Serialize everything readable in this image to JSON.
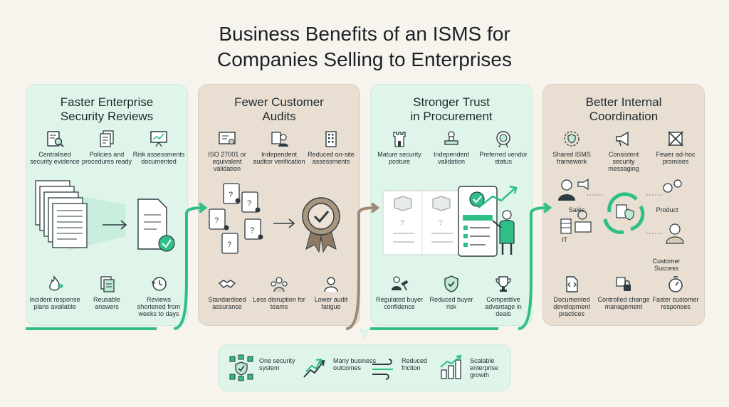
{
  "title": {
    "line1": "Business Benefits of an ISMS for",
    "line2": "Companies Selling to Enterprises"
  },
  "colors": {
    "accent": "#2fbf86",
    "panel_green": "#dff5ea",
    "panel_tan": "#e8ded1",
    "ink": "#2d3b40"
  },
  "panels": [
    {
      "title_l1": "Faster Enterprise",
      "title_l2": "Security Reviews",
      "top": [
        {
          "icon": "document-search-icon",
          "label": "Centralised security evidence"
        },
        {
          "icon": "stacked-documents-icon",
          "label": "Policies and procedures ready"
        },
        {
          "icon": "presentation-chart-icon",
          "label": "Risk assessments documented"
        }
      ],
      "bottom": [
        {
          "icon": "incident-fire-icon",
          "label": "Incident response plans available"
        },
        {
          "icon": "reusable-answers-icon",
          "label": "Reusable answers"
        },
        {
          "icon": "clock-history-icon",
          "label": "Reviews shortened from weeks to days"
        }
      ]
    },
    {
      "title_l1": "Fewer Customer",
      "title_l2": "Audits",
      "top": [
        {
          "icon": "certificate-icon",
          "label": "ISO 27001 or equivalent validation"
        },
        {
          "icon": "auditor-icon",
          "label": "Independent auditor verification"
        },
        {
          "icon": "building-icon",
          "label": "Reduced on-site assessments"
        }
      ],
      "bottom": [
        {
          "icon": "handshake-icon",
          "label": "Standardised assurance"
        },
        {
          "icon": "team-icon",
          "label": "Less disruption for teams"
        },
        {
          "icon": "person-icon",
          "label": "Lower audit fatigue"
        }
      ]
    },
    {
      "title_l1": "Stronger Trust",
      "title_l2": "in Procurement",
      "top": [
        {
          "icon": "tower-icon",
          "label": "Mature security posture"
        },
        {
          "icon": "stamp-icon",
          "label": "Independent validation"
        },
        {
          "icon": "vendor-badge-icon",
          "label": "Preferred vendor status"
        }
      ],
      "bottom": [
        {
          "icon": "gavel-buyer-icon",
          "label": "Regulated buyer confidence"
        },
        {
          "icon": "shield-check-icon",
          "label": "Reduced buyer risk"
        },
        {
          "icon": "trophy-icon",
          "label": "Competitive advantage in deals"
        }
      ]
    },
    {
      "title_l1": "Better Internal",
      "title_l2": "Coordination",
      "top": [
        {
          "icon": "framework-icon",
          "label": "Shared ISMS framework"
        },
        {
          "icon": "megaphone-icon",
          "label": "Consistent security messaging"
        },
        {
          "icon": "crossed-promise-icon",
          "label": "Fewer ad-hoc promises"
        }
      ],
      "roles": {
        "sales": "Sales",
        "product": "Product",
        "it": "IT",
        "customer_success_l1": "Customer",
        "customer_success_l2": "Success"
      },
      "bottom": [
        {
          "icon": "code-document-icon",
          "label": "Documented development practices"
        },
        {
          "icon": "controlled-change-icon",
          "label": "Controlled change management"
        },
        {
          "icon": "stopwatch-icon",
          "label": "Faster customer responses"
        }
      ]
    }
  ],
  "summary": [
    {
      "icon": "network-shield-icon",
      "label": "One security system"
    },
    {
      "icon": "growth-arrows-icon",
      "label": "Many business outcomes"
    },
    {
      "icon": "wind-icon",
      "label": "Reduced friction"
    },
    {
      "icon": "growth-chart-icon",
      "label": "Scalable enterprise growth"
    }
  ]
}
